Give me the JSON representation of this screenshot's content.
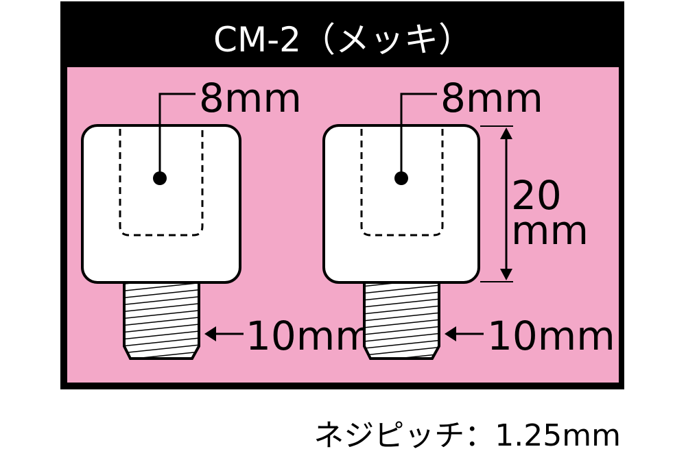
{
  "title": "CM-2（メッキ）",
  "colors": {
    "frame": "#000000",
    "panel": "#f3a8c8",
    "part": "#ffffff"
  },
  "parts": [
    {
      "hole_label": "8mm",
      "thread_label": "10mm"
    },
    {
      "hole_label": "8mm",
      "thread_label": "10mm",
      "height_label_top": "20",
      "height_label_bottom": "mm"
    }
  ],
  "footer": "ネジピッチ：1.25mm"
}
